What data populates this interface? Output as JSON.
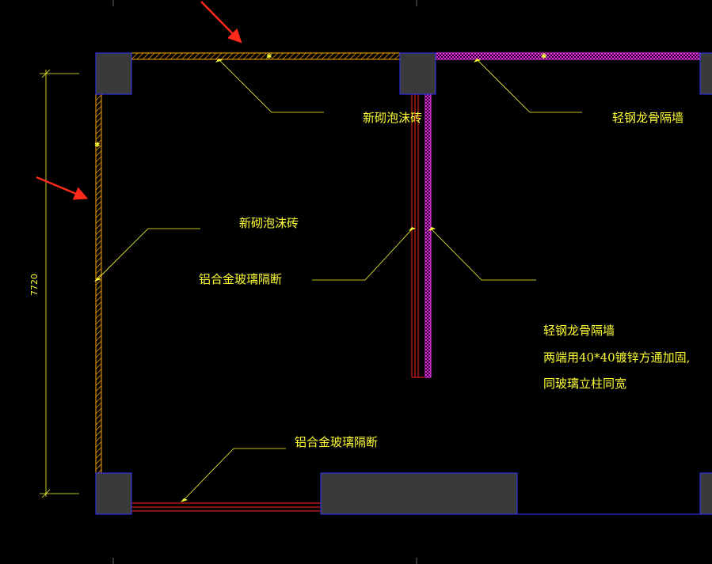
{
  "drawing": {
    "background": "#000000",
    "colors": {
      "column_fill": "#3a3a3a",
      "column_edge": "#3333ff",
      "brick_wall": "#ffaa00",
      "steel_wall": "#ff33ff",
      "glass_partition": "#ff2222",
      "leader": "#ffff33",
      "text": "#ffff33",
      "dimension": "#ffff33",
      "markup_arrow": "#ff2a1a"
    },
    "dimension": {
      "value": "7720"
    },
    "labels": {
      "top_brick": "新砌泡沫砖",
      "top_steel": "轻钢龙骨隔墙",
      "left_brick": "新砌泡沫砖",
      "left_glass": "铝合金玻璃隔断",
      "bottom_glass": "铝合金玻璃隔断",
      "note": [
        "轻钢龙骨隔墙",
        "两端用40*40镀锌方通加固,",
        "同玻璃立柱同宽"
      ]
    },
    "annotations": [
      {
        "name": "markup-arrow-top",
        "icon": "red-arrow-icon"
      },
      {
        "name": "markup-arrow-left",
        "icon": "red-arrow-icon"
      }
    ]
  }
}
